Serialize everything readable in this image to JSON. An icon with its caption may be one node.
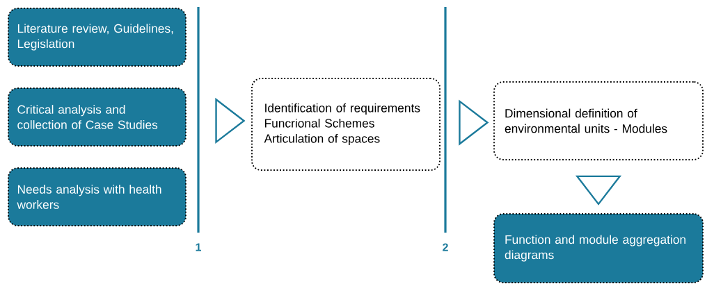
{
  "diagram": {
    "nodes": [
      {
        "text": [
          "Literature review, Guidelines, Legislation"
        ]
      },
      {
        "text": [
          "Critical analysis and collection of Case Studies"
        ]
      },
      {
        "text": [
          "Needs analysis with health workers"
        ]
      },
      {
        "text": [
          "Identification of requirements Funcrional Schemes Articulation of spaces"
        ]
      },
      {
        "text": [
          "Dimensional definition of environmental units - Modules"
        ]
      },
      {
        "text": [
          "Function and module aggregation diagrams"
        ]
      }
    ],
    "edges": [
      {
        "from": 1,
        "to": 3,
        "arrow": "to"
      },
      {
        "from": 3,
        "to": 4,
        "arrow": "to"
      },
      {
        "from": 4,
        "to": 5,
        "arrow": "to"
      }
    ],
    "labels": [
      "1",
      "2"
    ]
  }
}
